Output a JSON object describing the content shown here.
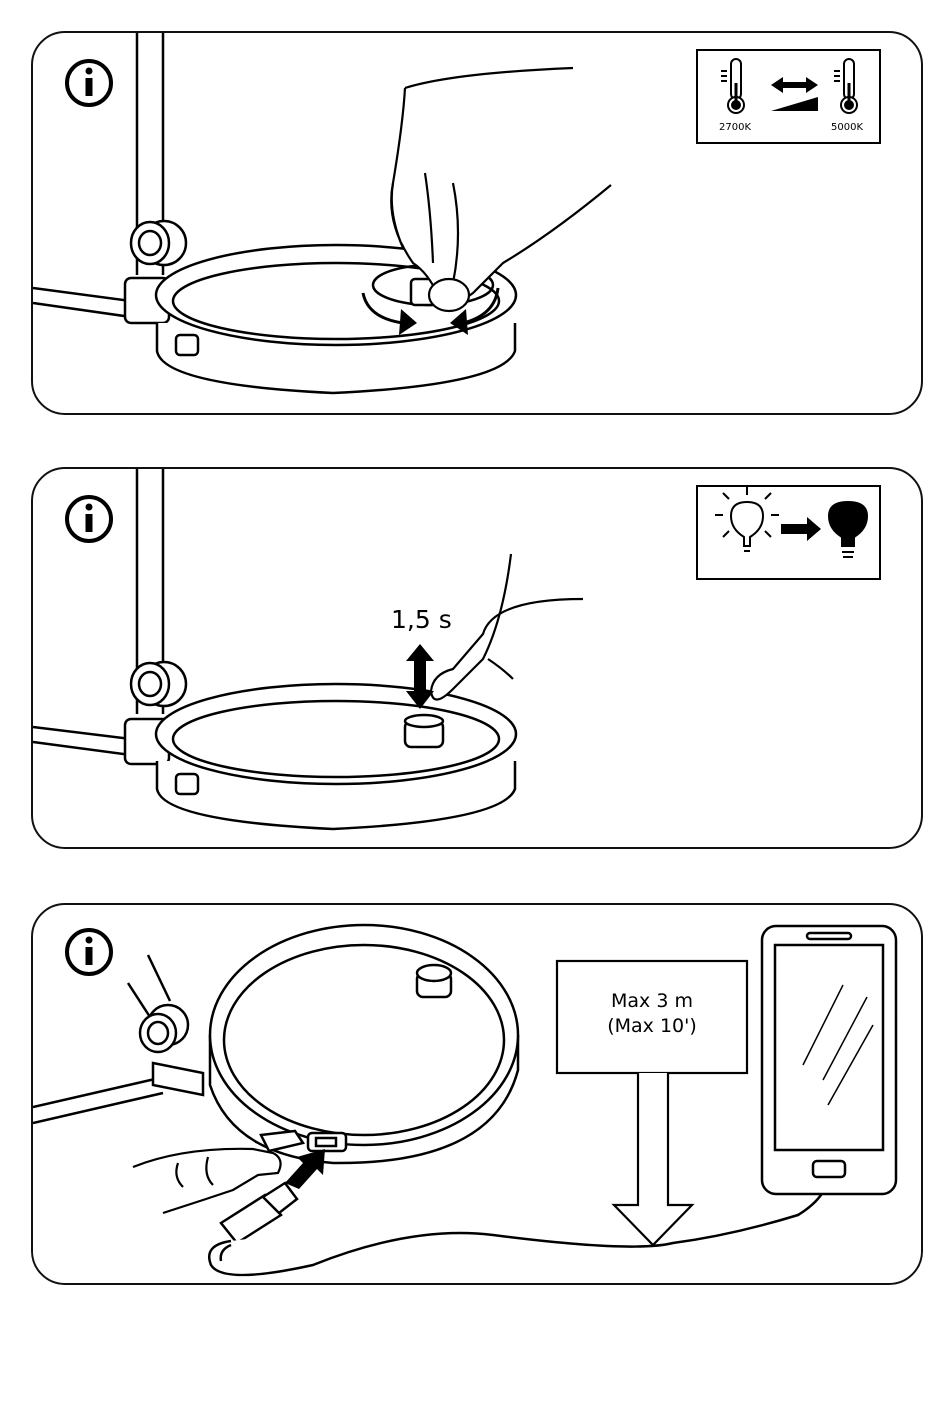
{
  "steps": [
    {
      "info_icon": "info-icon",
      "inset": {
        "icons": [
          "thermometer-icon",
          "double-arrow-icon",
          "ramp-icon",
          "thermometer-icon"
        ],
        "warm_label": "2700K",
        "cool_label": "5000K"
      },
      "action": "rotate-knob"
    },
    {
      "info_icon": "info-icon",
      "inset": {
        "icons": [
          "bulb-on-icon",
          "arrow-right-icon",
          "bulb-off-icon"
        ]
      },
      "press_duration": "1,5 s",
      "action": "press-knob"
    },
    {
      "info_icon": "info-icon",
      "distance_metric": "Max 3 m",
      "distance_imperial": "(Max 10')",
      "icons": [
        "usb-plug-icon",
        "smartphone-icon",
        "arrow-down-icon",
        "arrow-right-icon"
      ],
      "action": "connect-usb"
    }
  ]
}
